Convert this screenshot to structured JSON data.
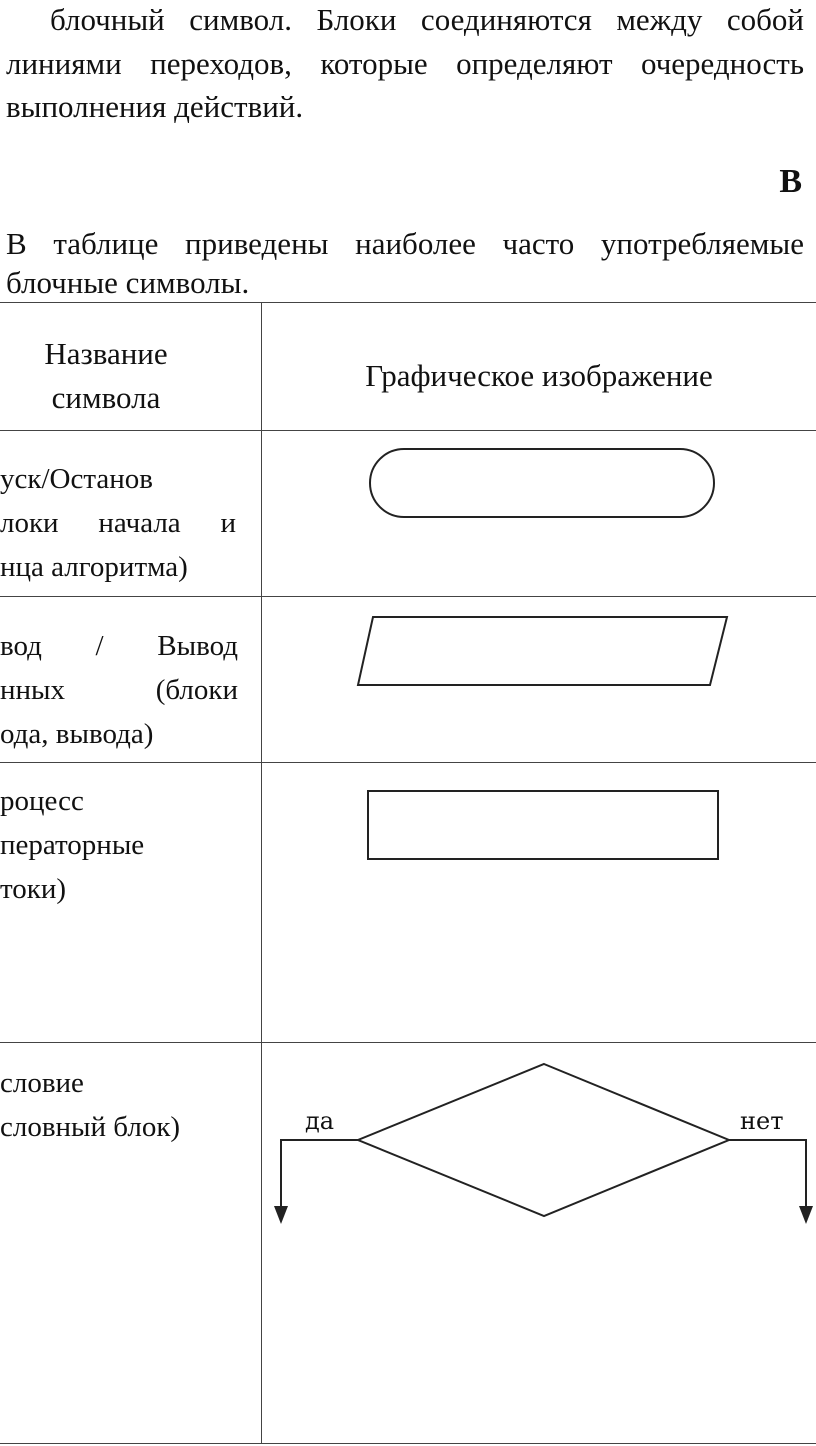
{
  "intro": {
    "line1": "блочный символ. Блоки соединяются между собой",
    "line2": "линиями переходов, которые определяют очередность",
    "line3": "выполнения действий."
  },
  "heading_letter": "В",
  "table_intro": {
    "line1": "В таблице приведены наиболее часто употребляемые",
    "line2": "блочные символы."
  },
  "table": {
    "header": {
      "name_line1": "Название",
      "name_line2": "символа",
      "image": "Графическое изображение"
    },
    "rows": [
      {
        "lines": [
          "уск/Останов",
          "локи  начала  и",
          "нца алгоритма)"
        ],
        "shape": "terminator"
      },
      {
        "lines": [
          "вод      /      Вывод",
          "нных        (блоки",
          "ода, вывода)"
        ],
        "shape": "parallelogram"
      },
      {
        "lines": [
          "роцесс",
          "ператорные",
          "токи)"
        ],
        "shape": "process"
      },
      {
        "lines": [
          "словие",
          "словный блок)"
        ],
        "shape": "decision",
        "yes_label": "да",
        "no_label": "нет"
      }
    ]
  }
}
